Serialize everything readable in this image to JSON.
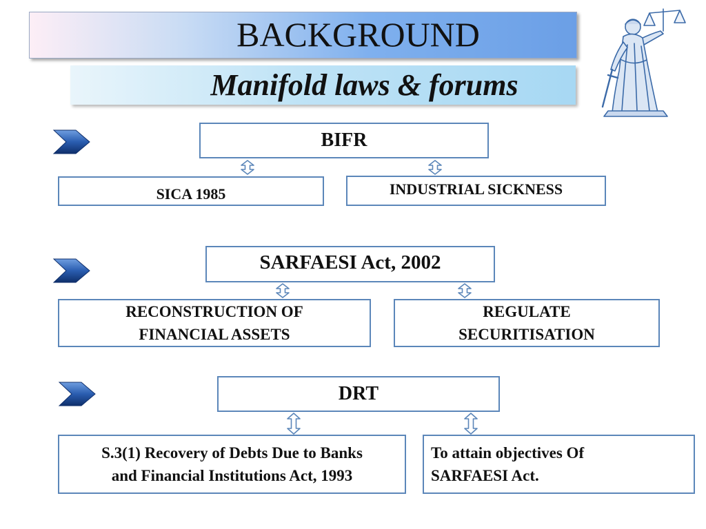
{
  "header": {
    "title": "BACKGROUND",
    "subtitle": "Manifold laws & forums"
  },
  "logo": {
    "icon": "lady-justice-icon"
  },
  "colors": {
    "box_border": "#5b86b9",
    "arrow_stroke": "#5b86b9",
    "chevron_dark": "#0f2f6b",
    "chevron_light": "#4f86d6",
    "title_gradient_end": "#6b9fe6",
    "subtitle_gradient_end": "#a7d8f3"
  },
  "groups": [
    {
      "forum": "BIFR",
      "left": {
        "lines": [
          "SICA 1985"
        ]
      },
      "right": {
        "lines": [
          "INDUSTRIAL SICKNESS"
        ]
      }
    },
    {
      "forum": "SARFAESI Act, 2002",
      "left": {
        "lines": [
          "RECONSTRUCTION OF",
          "FINANCIAL ASSETS"
        ]
      },
      "right": {
        "lines": [
          "REGULATE",
          "SECURITISATION"
        ]
      }
    },
    {
      "forum": "DRT",
      "left": {
        "lines": [
          "S.3(1) Recovery of Debts Due to Banks",
          "and Financial Institutions Act, 1993"
        ]
      },
      "right": {
        "lines": [
          "To attain objectives Of",
          "SARFAESI Act."
        ]
      }
    }
  ]
}
